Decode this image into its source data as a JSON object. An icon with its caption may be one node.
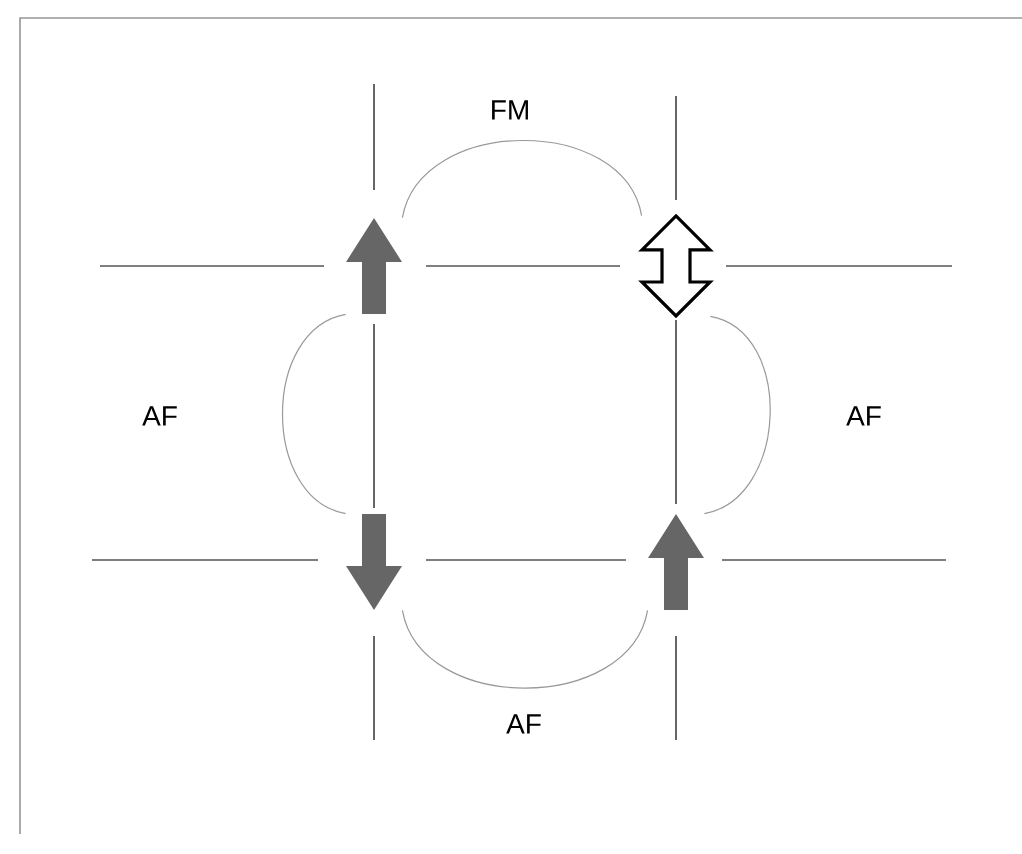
{
  "diagram": {
    "nodes": [
      {
        "text": [],
        "shape": "arrow-up"
      },
      {
        "text": [],
        "shape": "double-arrow"
      },
      {
        "text": [],
        "shape": "arrow-down"
      },
      {
        "text": [],
        "shape": "arrow-up"
      }
    ],
    "edges": [
      {
        "from": 0,
        "to": 1,
        "arrow": "none",
        "label": "FM"
      },
      {
        "from": 0,
        "to": 2,
        "arrow": "none",
        "label": "AF"
      },
      {
        "from": 1,
        "to": 3,
        "arrow": "none",
        "label": "AF"
      },
      {
        "from": 2,
        "to": 3,
        "arrow": "none",
        "label": "AF"
      }
    ]
  }
}
